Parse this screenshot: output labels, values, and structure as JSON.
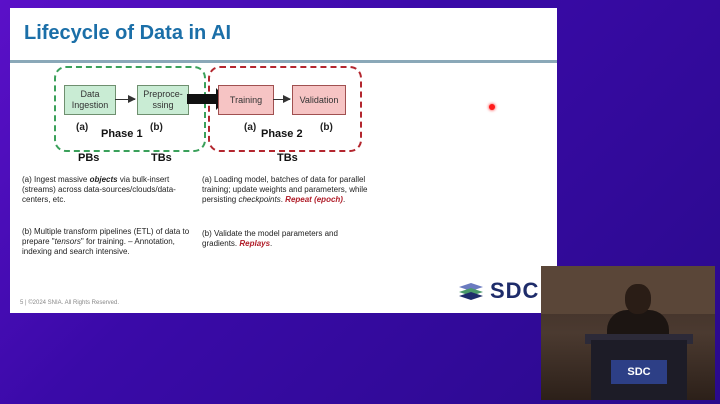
{
  "slide": {
    "title": "Lifecycle of Data in AI",
    "footer": "5 | ©2024 SNIA. All Rights Reserved.",
    "logo_text": "SDC"
  },
  "diagram": {
    "phase1": {
      "label": "Phase 1",
      "boxes": [
        "Data\nIngestion",
        "Preproce-\nssing"
      ],
      "markers": [
        "(a)",
        "(b)"
      ],
      "sizes": [
        "PBs",
        "TBs"
      ]
    },
    "phase2": {
      "label": "Phase 2",
      "boxes": [
        "Training",
        "Validation"
      ],
      "markers": [
        "(a)",
        "(b)"
      ],
      "size": "TBs"
    },
    "colors": {
      "phase1": "#3aa05a",
      "phase2": "#b3262e",
      "title": "#1b6fa8"
    }
  },
  "descriptions": {
    "p1a": {
      "pre": "(a) Ingest massive ",
      "em": "objects",
      "post": " via bulk-insert (streams) across data-sources/clouds/data-centers, etc."
    },
    "p1b": {
      "pre": "(b) Multiple transform pipelines (ETL) of data to prepare \"",
      "em": "tensors",
      "post": "\" for training. – Annotation, indexing and search intensive."
    },
    "p2a": {
      "pre": "(a) Loading model, batches of data for parallel training; update weights and parameters, while persisting ",
      "em": "checkpoints",
      "post": ". ",
      "red": "Repeat (epoch)",
      "end": "."
    },
    "p2b": {
      "pre": "(b) Validate the model parameters and gradients. ",
      "red": "Replays",
      "end": "."
    }
  },
  "video": {
    "podium_logo": "SDC"
  }
}
